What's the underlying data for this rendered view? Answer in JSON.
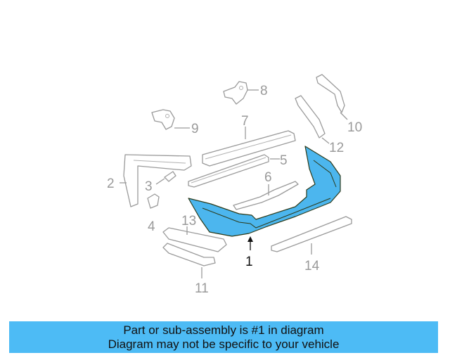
{
  "diagram": {
    "highlight_color": "#4cb6ee",
    "outline_color": "#9a9a9a",
    "callouts": {
      "c1": "1",
      "c2": "2",
      "c3": "3",
      "c4": "4",
      "c5": "5",
      "c6": "6",
      "c7": "7",
      "c8": "8",
      "c9": "9",
      "c10": "10",
      "c11": "11",
      "c12": "12",
      "c13": "13",
      "c14": "14"
    },
    "highlighted_part": "1"
  },
  "banner": {
    "color": "#4dbbf5",
    "line1": "Part or sub-assembly is #1 in diagram",
    "line2": "Diagram may not be specific to your vehicle"
  }
}
